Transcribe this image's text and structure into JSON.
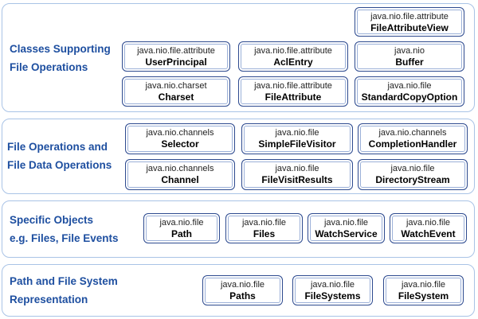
{
  "layers": [
    {
      "title": [
        "Classes Supporting",
        "File Operations"
      ],
      "items": [
        {
          "pkg": "java.nio.file.attribute",
          "cls": "FileAttributeView"
        },
        {
          "pkg": "java.nio.file.attribute",
          "cls": "UserPrincipal"
        },
        {
          "pkg": "java.nio.file.attribute",
          "cls": "AclEntry"
        },
        {
          "pkg": "java.nio",
          "cls": "Buffer"
        },
        {
          "pkg": "java.nio.charset",
          "cls": "Charset"
        },
        {
          "pkg": "java.nio.file.attribute",
          "cls": "FileAttribute"
        },
        {
          "pkg": "java.nio.file",
          "cls": "StandardCopyOption"
        }
      ]
    },
    {
      "title": [
        "File Operations and",
        "File Data Operations"
      ],
      "items": [
        {
          "pkg": "java.nio.channels",
          "cls": "Selector"
        },
        {
          "pkg": "java.nio.file",
          "cls": "SimpleFileVisitor"
        },
        {
          "pkg": "java.nio.channels",
          "cls": "CompletionHandler"
        },
        {
          "pkg": "java.nio.channels",
          "cls": "Channel"
        },
        {
          "pkg": "java.nio.file",
          "cls": "FileVisitResults"
        },
        {
          "pkg": "java.nio.file",
          "cls": "DirectoryStream"
        }
      ]
    },
    {
      "title": [
        "Specific Objects",
        "e.g. Files, File Events"
      ],
      "items": [
        {
          "pkg": "java.nio.file",
          "cls": "Path"
        },
        {
          "pkg": "java.nio.file",
          "cls": "Files"
        },
        {
          "pkg": "java.nio.file",
          "cls": "WatchService"
        },
        {
          "pkg": "java.nio.file",
          "cls": "WatchEvent"
        }
      ]
    },
    {
      "title": [
        "Path and File System",
        "Representation"
      ],
      "items": [
        {
          "pkg": "java.nio.file",
          "cls": "Paths"
        },
        {
          "pkg": "java.nio.file",
          "cls": "FileSystems"
        },
        {
          "pkg": "java.nio.file",
          "cls": "FileSystem"
        }
      ]
    }
  ]
}
